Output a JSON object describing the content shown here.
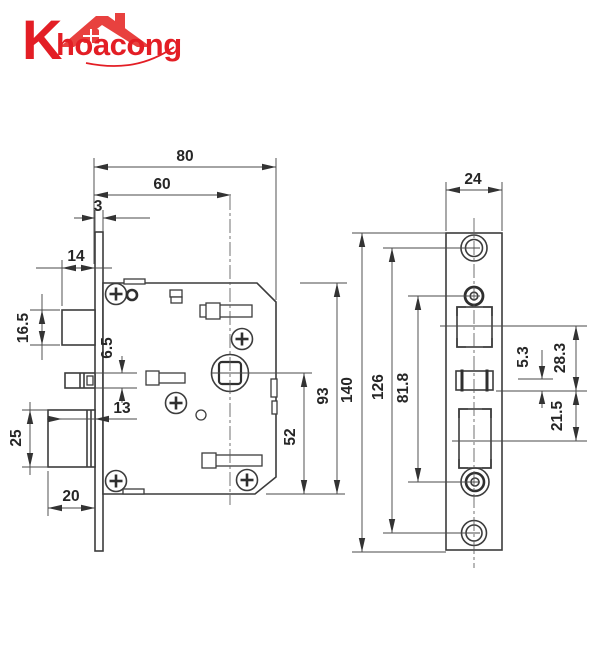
{
  "brand": {
    "k_letter": "K",
    "wordmark": "hoacong",
    "color": "#e31e25"
  },
  "drawing": {
    "line_color": "#3c3c3c",
    "views": [
      "lock-body-side-view",
      "faceplate-front-view"
    ],
    "dims": {
      "d80": "80",
      "d60": "60",
      "d3": "3",
      "d14": "14",
      "d16_5": "16.5",
      "d6_5": "6.5",
      "d13": "13",
      "d25": "25",
      "d20": "20",
      "d52": "52",
      "d93": "93",
      "d140": "140",
      "d126": "126",
      "d81_8": "81.8",
      "d24": "24",
      "d5_3": "5.3",
      "d28_3": "28.3",
      "d21_5": "21.5"
    }
  }
}
